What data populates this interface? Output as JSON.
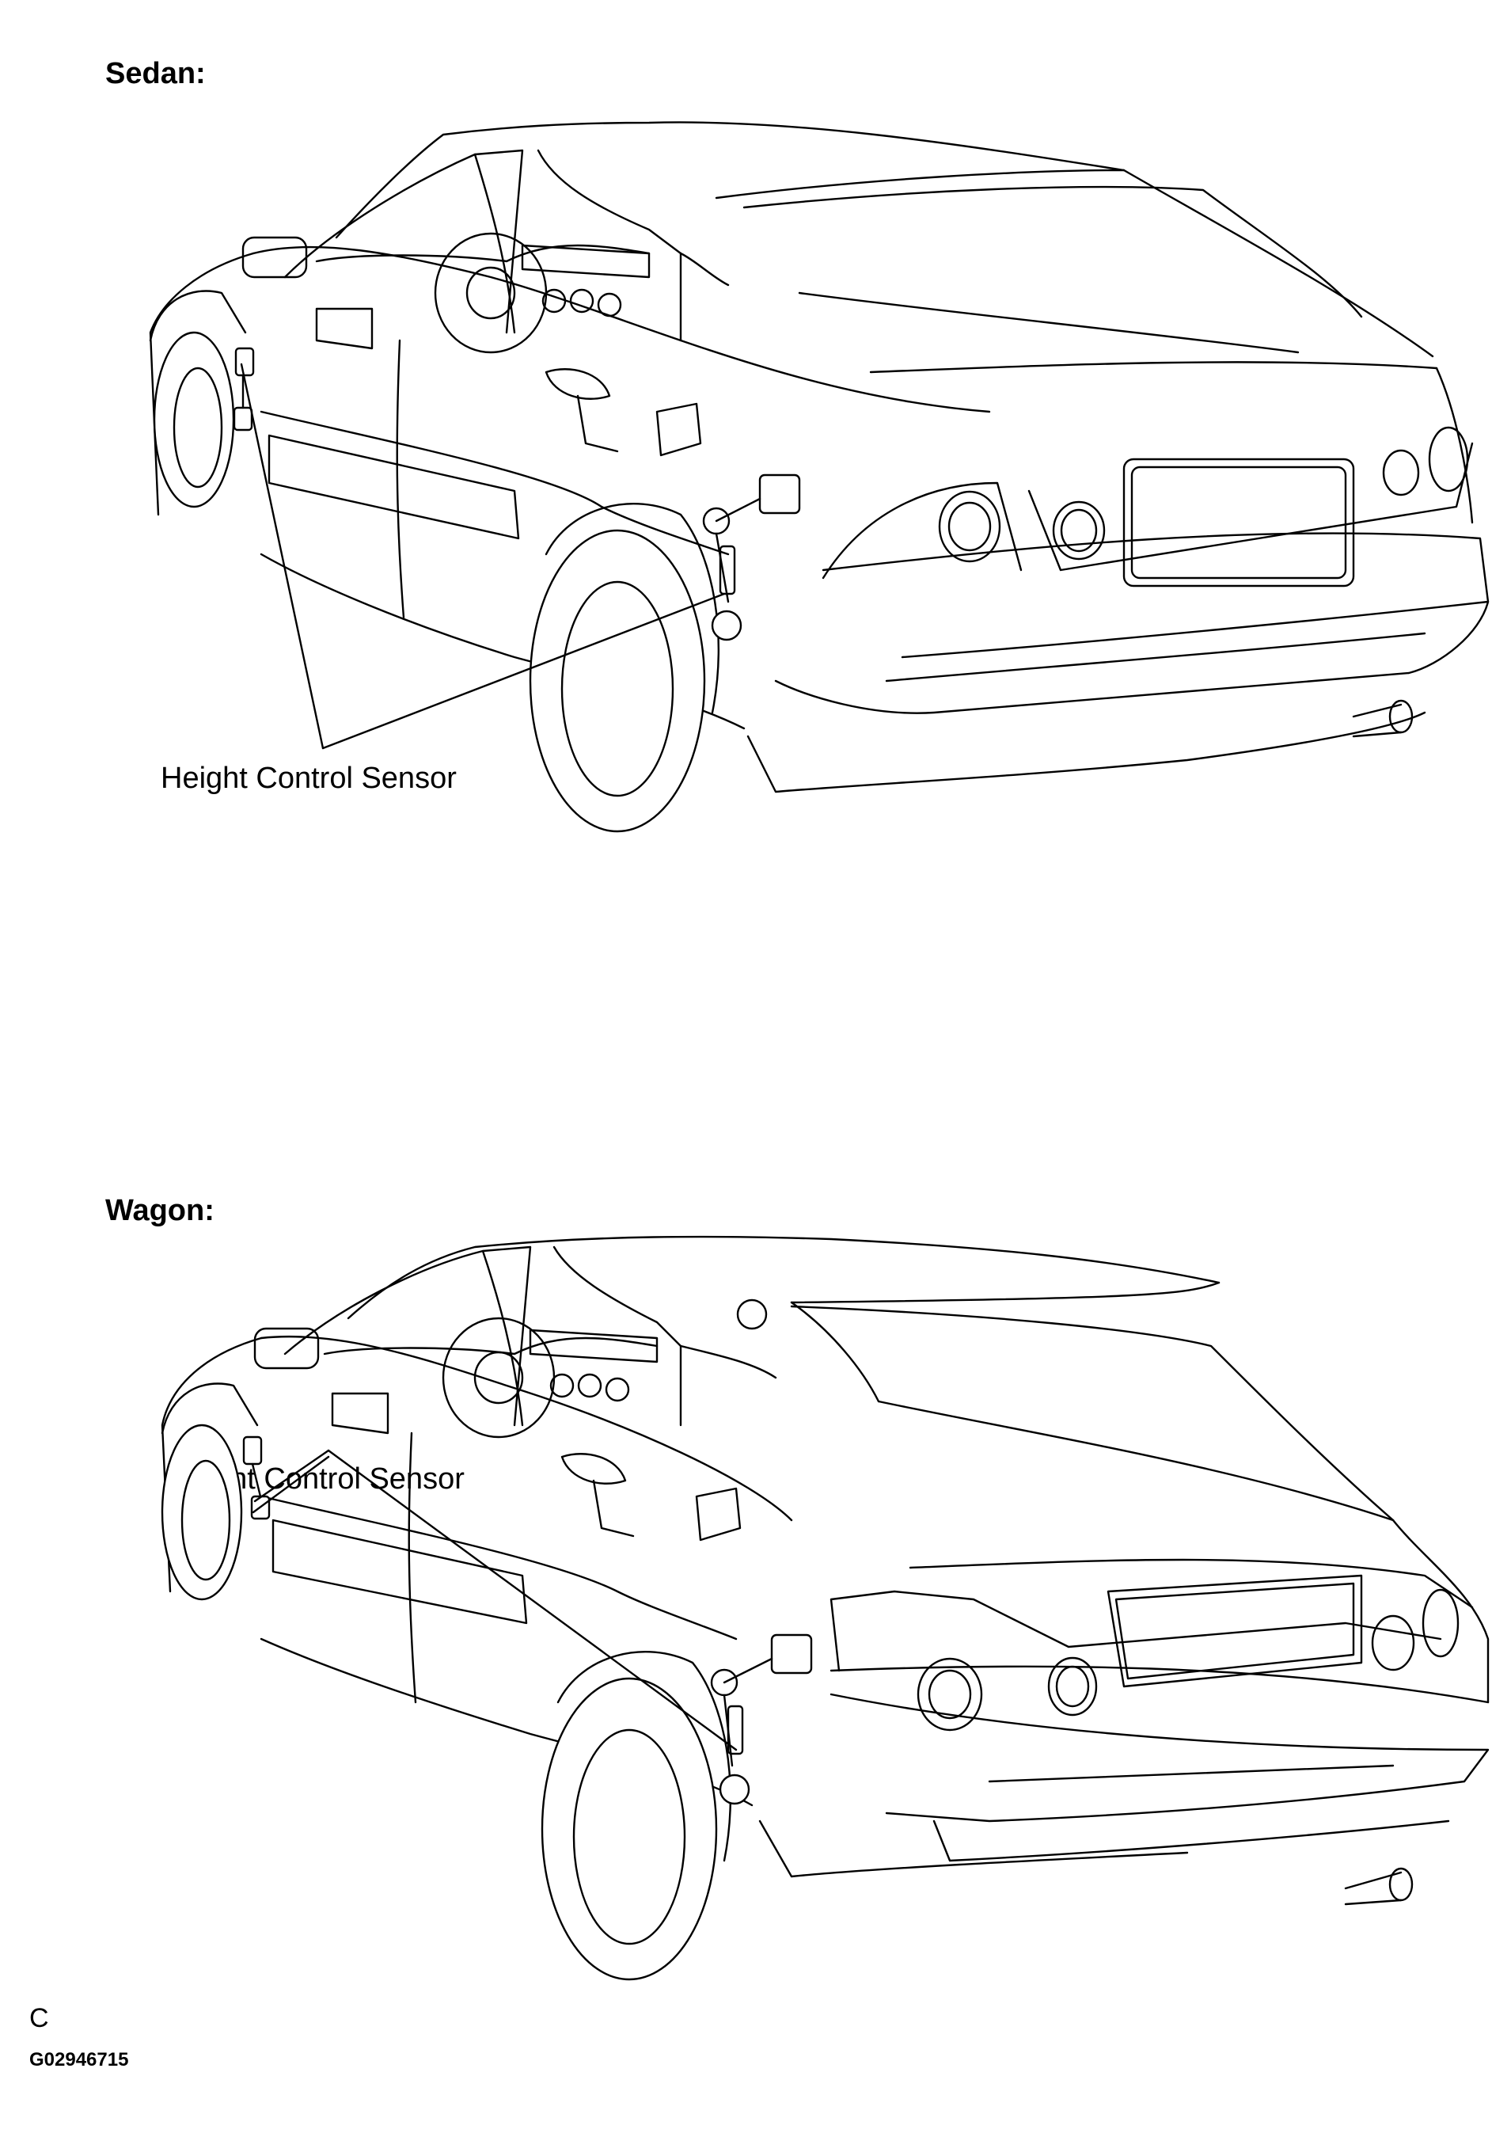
{
  "sedan": {
    "heading": "Sedan:",
    "callout": "Height Control Sensor"
  },
  "wagon": {
    "heading": "Wagon:",
    "callout": "Height Control Sensor"
  },
  "footer": {
    "letter": "C",
    "code": "G02946715"
  }
}
